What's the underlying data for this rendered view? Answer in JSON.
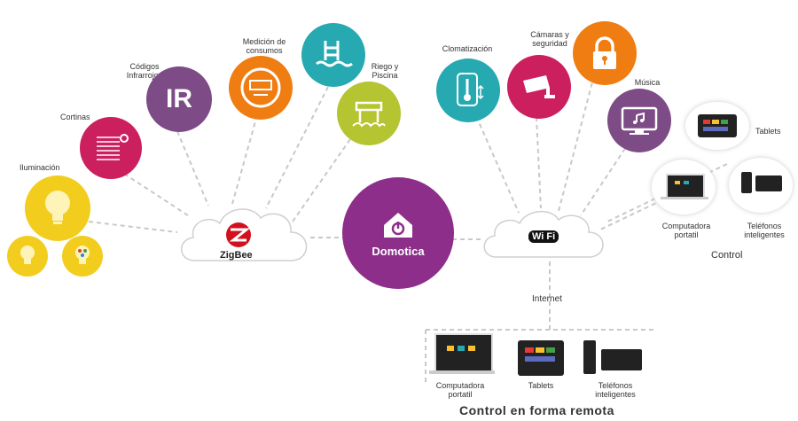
{
  "colors": {
    "yellow": "#f2cd1e",
    "magenta": "#cc1f5e",
    "purple": "#7d4b86",
    "orange": "#ef7d12",
    "teal": "#26a9b1",
    "lime": "#b5c431",
    "domotica": "#8e2e8b",
    "link": "#c8c8c8"
  },
  "hub": {
    "label": "Domotica",
    "icon": "home-power-icon"
  },
  "zigbee": {
    "label": "ZigBee",
    "icon": "zigbee-logo"
  },
  "wifi": {
    "label": "Wi Fi",
    "icon": "wifi-logo"
  },
  "devices_left": [
    {
      "key": "iluminacion",
      "label": "Iluminación",
      "icon": "lightbulb-icon"
    },
    {
      "key": "cortinas",
      "label": "Cortinas",
      "icon": "curtain-icon"
    },
    {
      "key": "ir",
      "label": "Códigos\nInfrarrojos",
      "icon_text": "IR",
      "icon": "ir-icon"
    },
    {
      "key": "medicion",
      "label": "Medición de\nconsumos",
      "icon": "meter-icon"
    },
    {
      "key": "piscina",
      "label": "",
      "icon": "pool-icon"
    },
    {
      "key": "riego",
      "label": "Riego y\nPiscina",
      "icon": "irrigation-icon"
    }
  ],
  "devices_right": [
    {
      "key": "clima",
      "label": "Clomatización",
      "icon": "thermometer-icon"
    },
    {
      "key": "camaras",
      "label": "Cámaras y\nseguridad",
      "icon": "camera-icon"
    },
    {
      "key": "lock",
      "label": "",
      "icon": "lock-icon"
    },
    {
      "key": "musica",
      "label": "Música",
      "icon": "music-screen-icon"
    }
  ],
  "control": {
    "title": "Control",
    "tablets": "Tablets",
    "laptop": "Computadora\nportatil",
    "phones": "Teléfonos\ninteligentes"
  },
  "internet_label": "Internet",
  "remote": {
    "title": "Control en forma remota",
    "laptop": "Computadora\nportatil",
    "tablets": "Tablets",
    "phones": "Teléfonos\ninteligentes"
  }
}
